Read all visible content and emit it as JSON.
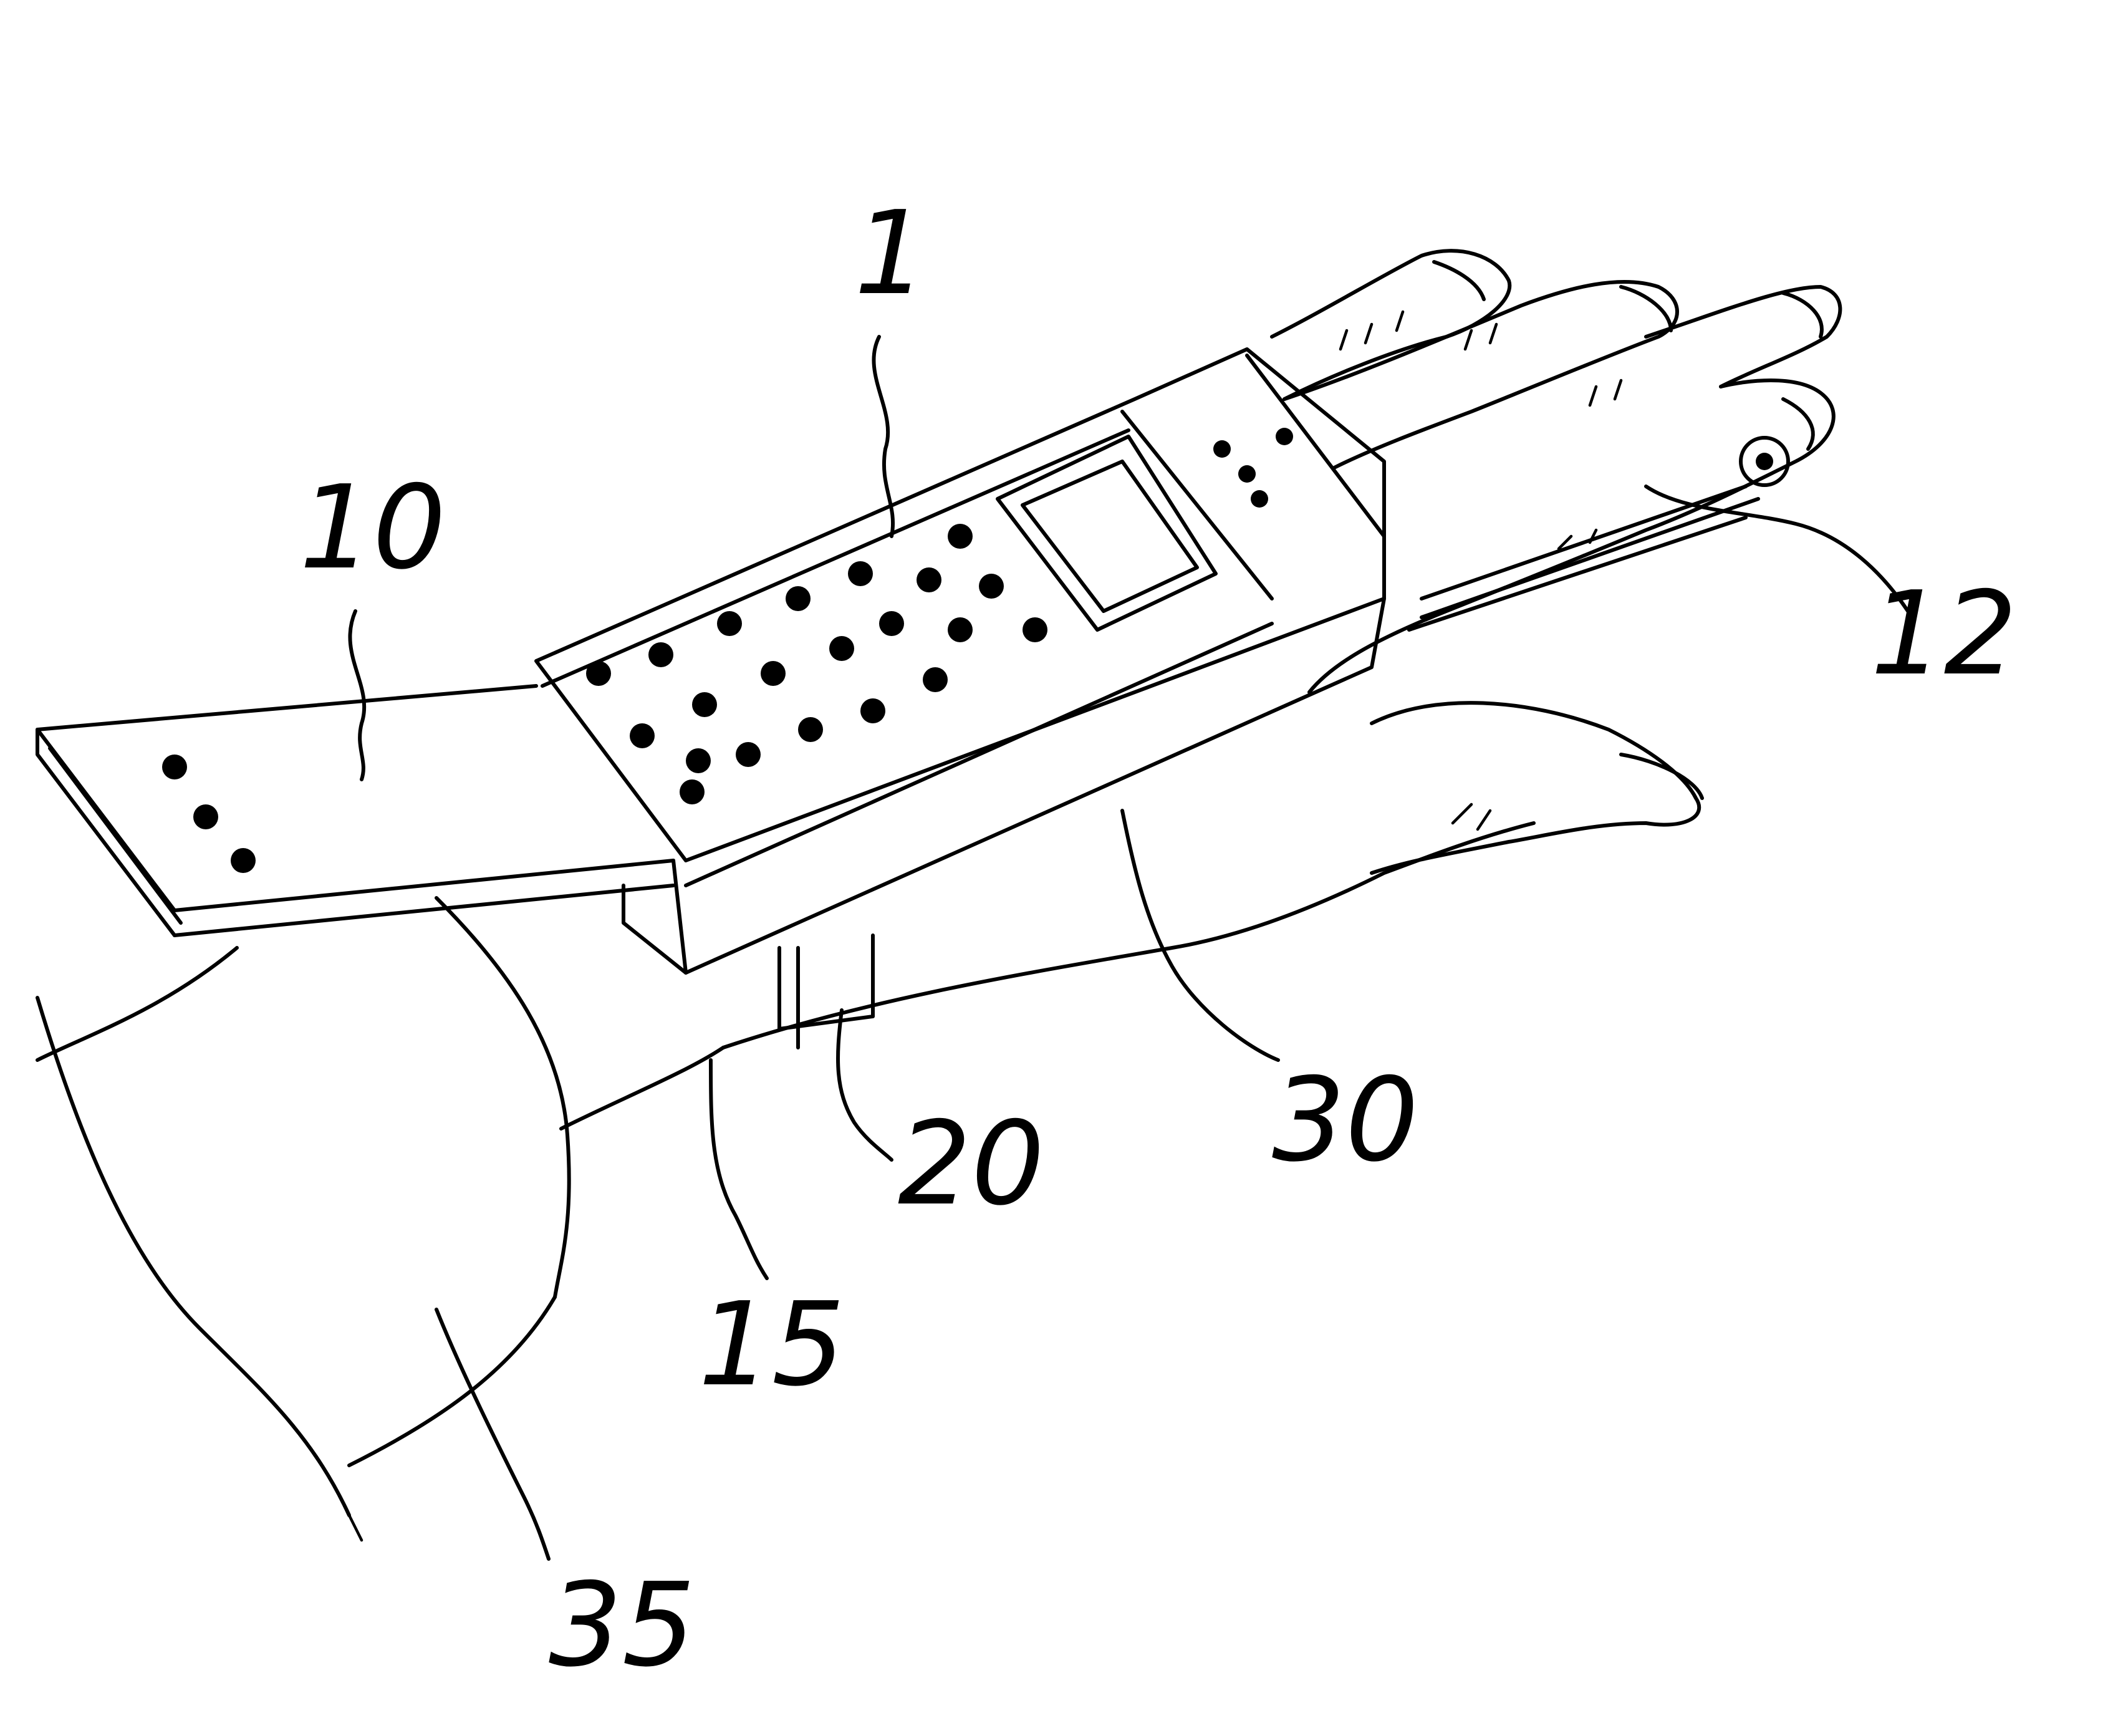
{
  "figure": {
    "reference_labels": {
      "device": "1",
      "strap_flap": "10",
      "finger_ring": "12",
      "mount": "15",
      "connector": "20",
      "hand": "30",
      "forearm": "35"
    }
  }
}
